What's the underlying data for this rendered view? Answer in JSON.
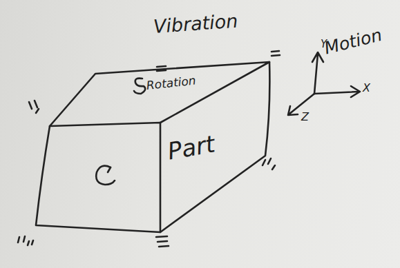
{
  "diagram": {
    "labels": [
      "Vibration",
      "Rotation",
      "Motion",
      "Y",
      "X",
      "Z",
      "Part"
    ]
  }
}
